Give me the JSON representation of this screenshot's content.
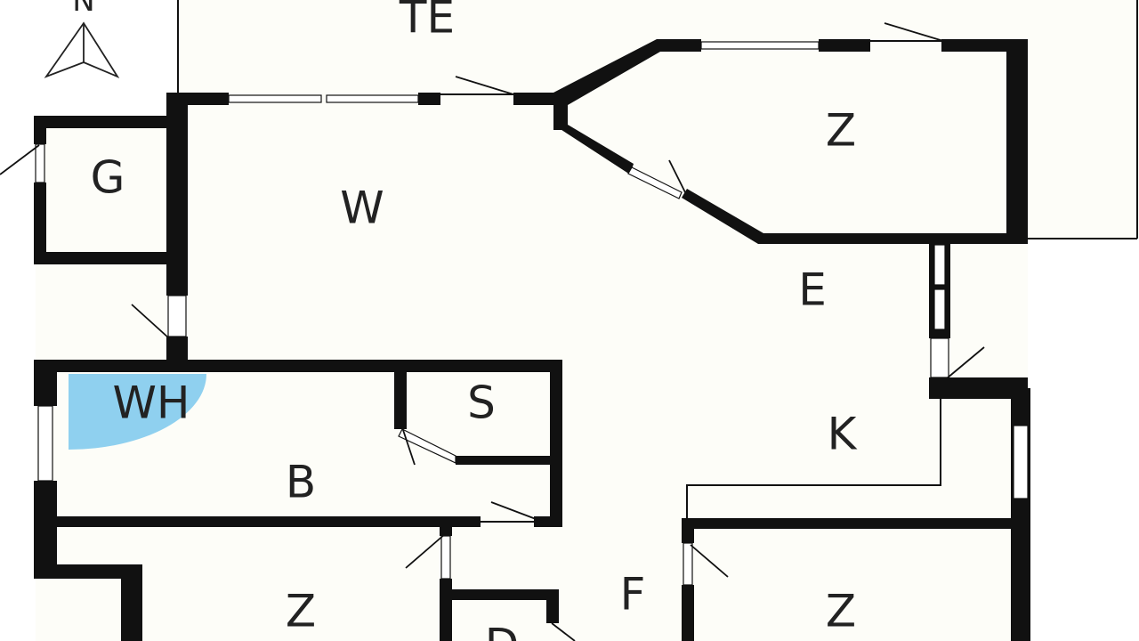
{
  "north_arrow": {
    "letter": "N"
  },
  "rooms": {
    "terrace": "TE",
    "bedroom_top_right": "Z",
    "storage": "G",
    "living": "W",
    "hall": "E",
    "water_heater": "WH",
    "closet": "S",
    "bathroom": "B",
    "kitchen": "K",
    "hallway": "F",
    "bedroom_bottom_left": "Z",
    "bedroom_bottom_right": "Z",
    "small_room": "D"
  },
  "colors": {
    "wall": "#111111",
    "floor": "#fdfdf8",
    "water_heater_swing": "#8fd0ef",
    "label": "#222222"
  }
}
